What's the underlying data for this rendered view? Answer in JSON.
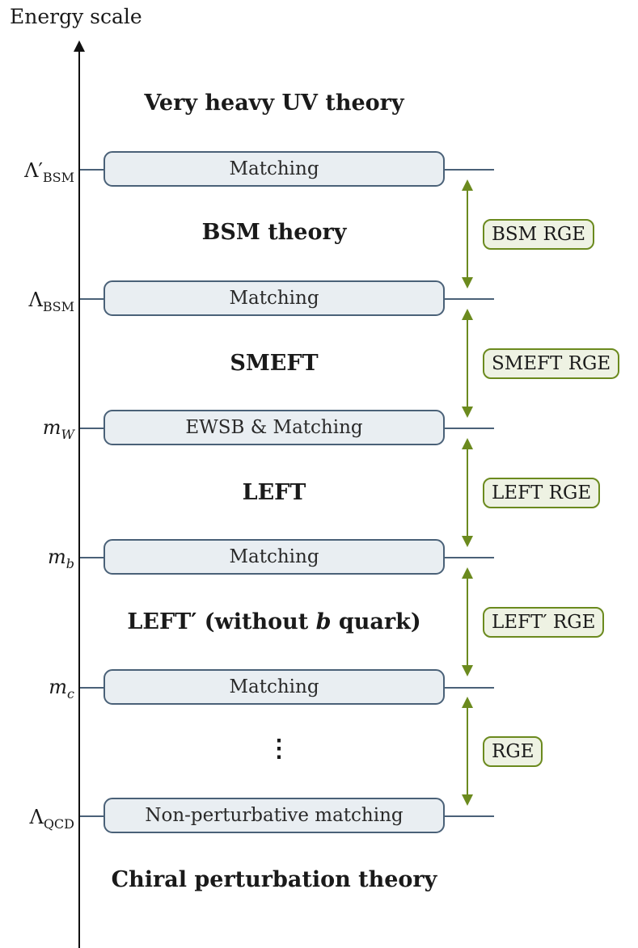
{
  "axis": {
    "title": "Energy scale"
  },
  "scales": [
    {
      "main": "Λ",
      "prime": "′",
      "sub": "BSM",
      "stage": "Matching"
    },
    {
      "main": "Λ",
      "prime": "",
      "sub": "BSM",
      "stage": "Matching"
    },
    {
      "main": "m",
      "prime": "",
      "sub": "W",
      "stage": "EWSB & Matching"
    },
    {
      "main": "m",
      "prime": "",
      "sub": "b",
      "stage": "Matching"
    },
    {
      "main": "m",
      "prime": "",
      "sub": "c",
      "stage": "Matching"
    },
    {
      "main": "Λ",
      "prime": "",
      "sub": "QCD",
      "stage": "Non-perturbative matching"
    }
  ],
  "theories": [
    "Very heavy UV theory",
    "BSM theory",
    "SMEFT",
    "LEFT",
    "LEFT′ (without b quark)",
    "Chiral perturbation theory"
  ],
  "ellipsis": "⋮",
  "rge_labels": [
    "BSM RGE",
    "SMEFT RGE",
    "LEFT RGE",
    "LEFT′ RGE",
    "RGE"
  ],
  "colors": {
    "axis": "#111111",
    "level": "#4a6178",
    "box_fill": "#e9eef2",
    "rge": "#6b8a1e",
    "rge_fill": "#eef2e3"
  }
}
